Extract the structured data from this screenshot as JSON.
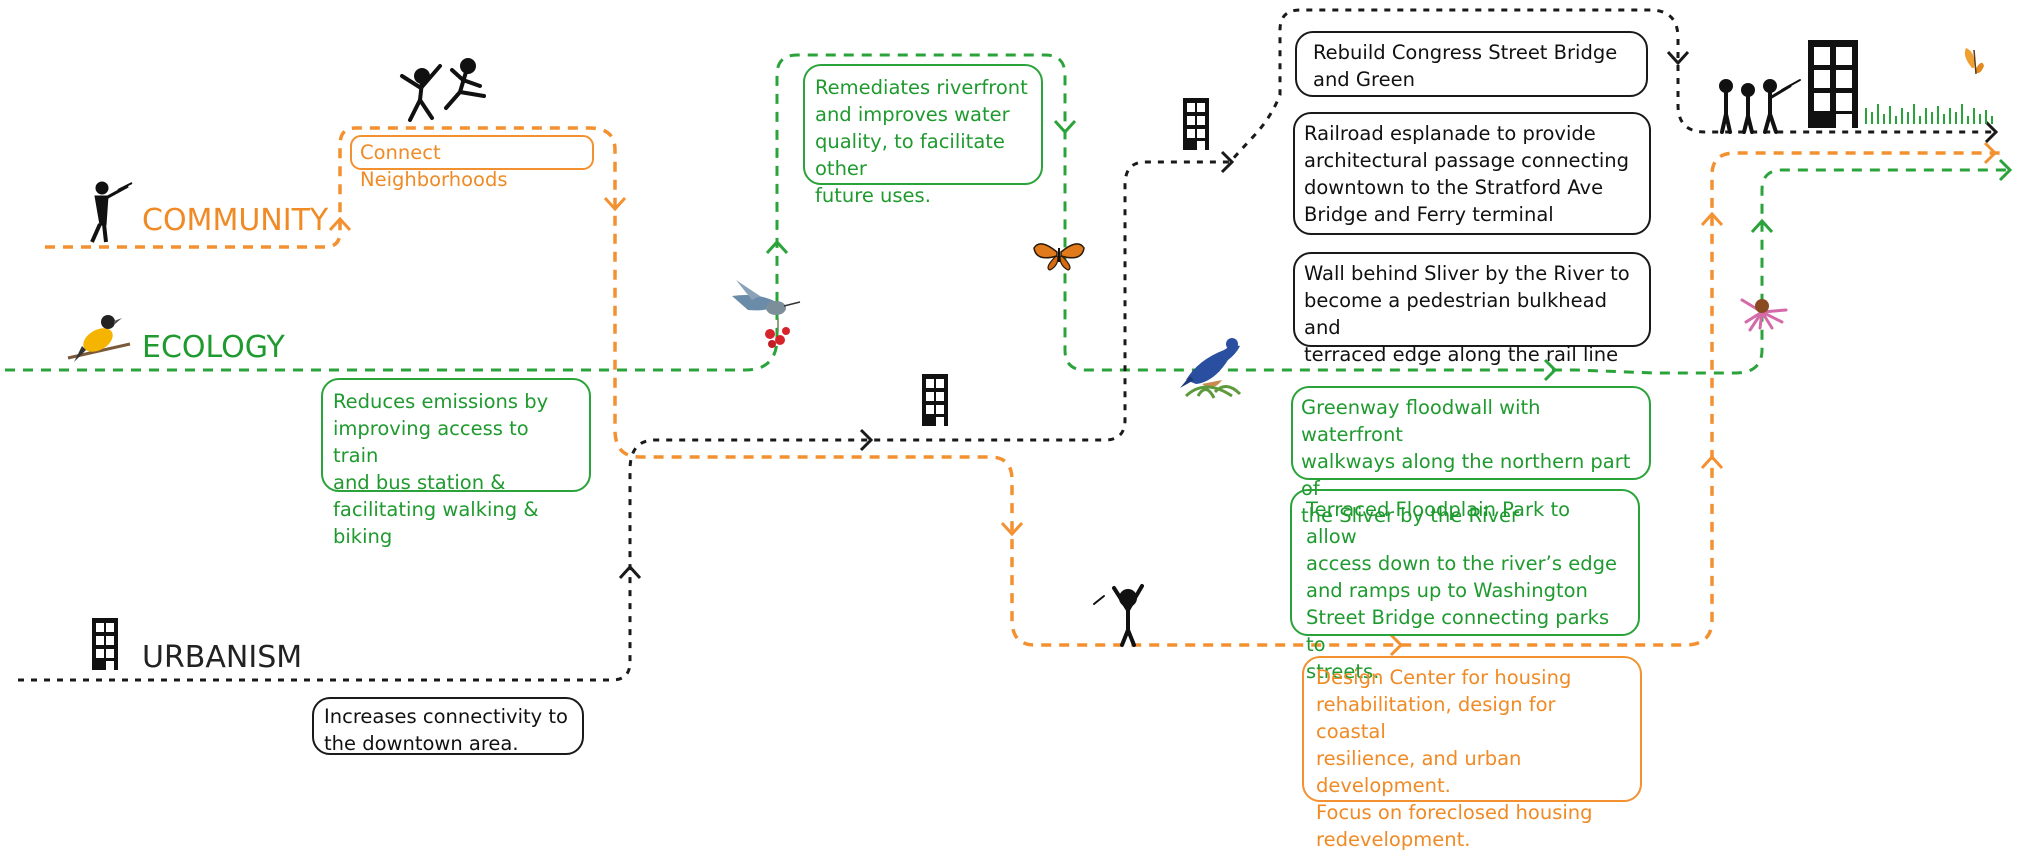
{
  "colors": {
    "community": "#f39131",
    "ecology": "#2aa33a",
    "urbanism": "#1a1a1a"
  },
  "labels": {
    "community": "COMMUNITY",
    "ecology": "ECOLOGY",
    "urbanism": "URBANISM"
  },
  "boxes": {
    "connect_neighborhoods": "Connect Neighborhoods",
    "reduces_emissions": [
      "Reduces emissions by",
      "improving access to train",
      "and bus station &",
      "facilitating walking & biking"
    ],
    "increases_connectivity": [
      "Increases connectivity to",
      "the downtown area."
    ],
    "remediates": [
      "Remediates riverfront",
      "and improves water",
      "quality, to facilitate other",
      "future uses."
    ],
    "rebuild_bridge": [
      "Rebuild Congress Street Bridge",
      "and Green"
    ],
    "railroad": [
      "Railroad esplanade to provide",
      "architectural passage connecting",
      "downtown to the Stratford Ave",
      "Bridge and Ferry terminal"
    ],
    "wall": [
      "Wall behind Sliver by the River to",
      "become a pedestrian bulkhead and",
      "terraced edge along the rail line"
    ],
    "greenway": [
      "Greenway floodwall with waterfront",
      "walkways along the northern part of",
      "the Sliver by the River"
    ],
    "terraced": [
      "Terraced Floodplain Park to allow",
      "access down to the river’s edge",
      "and ramps up to  Washington",
      "Street Bridge connecting parks to",
      "streets."
    ],
    "design_center": [
      "Design Center for housing",
      "rehabilitation, design for coastal",
      "resilience, and urban development.",
      "Focus on foreclosed housing",
      "redevelopment."
    ]
  },
  "icons": [
    "person-pointing-icon",
    "acrobats-icon",
    "bird-icon",
    "hummingbird-icon",
    "butterfly-icon",
    "bluebird-icon",
    "coneflower-icon",
    "building-icon",
    "person-arms-raised-icon",
    "people-group-icon",
    "grass-icon"
  ]
}
